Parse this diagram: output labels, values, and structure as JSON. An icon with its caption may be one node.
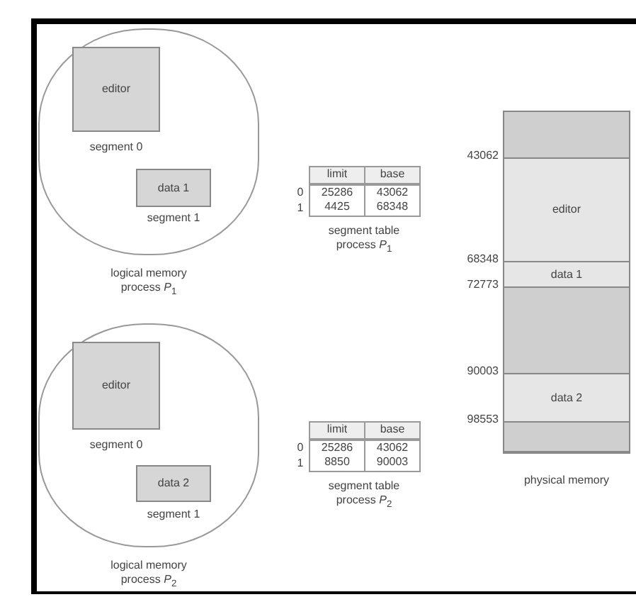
{
  "diagram": {
    "nodes": [
      {
        "text": [],
        "shape": "circle",
        "beside": [
          "logical memory process *P*$_{1}$"
        ]
      },
      {
        "text": [
          "editor"
        ],
        "in": 0,
        "beside": [
          "segment 0"
        ]
      },
      {
        "text": [
          "data 1"
        ],
        "in": 0,
        "beside": [
          "segment 1"
        ]
      },
      {
        "text": [],
        "shape": "circle",
        "beside": [
          "logical memory process *P*$_{2}$"
        ]
      },
      {
        "text": [
          "editor"
        ],
        "in": 3,
        "beside": [
          "segment 0"
        ]
      },
      {
        "text": [
          "data 2"
        ],
        "in": 3,
        "beside": [
          "segment 1"
        ]
      },
      {
        "text": [],
        "shape": "bar",
        "beside": [
          "physical memory"
        ]
      },
      {
        "text": [],
        "shape": "box",
        "in": 6
      },
      {
        "text": [
          "editor"
        ],
        "in": 6
      },
      {
        "text": [
          "data 1"
        ],
        "in": 6
      },
      {
        "text": [],
        "shape": "box",
        "in": 6
      },
      {
        "text": [
          "data 2"
        ],
        "in": 6
      },
      {
        "text": [],
        "shape": "box",
        "in": 6
      }
    ],
    "labels": [
      "limit",
      "base",
      "0",
      "25286",
      "43062",
      "1",
      "4425",
      "68348",
      "segment table process *P*$_{1}$",
      "43062",
      "68348",
      "72773",
      "90003",
      "98553",
      "limit",
      "base",
      "0",
      "25286",
      "43062",
      "1",
      "8850",
      "90003",
      "segment table process *P*$_{2}$"
    ]
  }
}
